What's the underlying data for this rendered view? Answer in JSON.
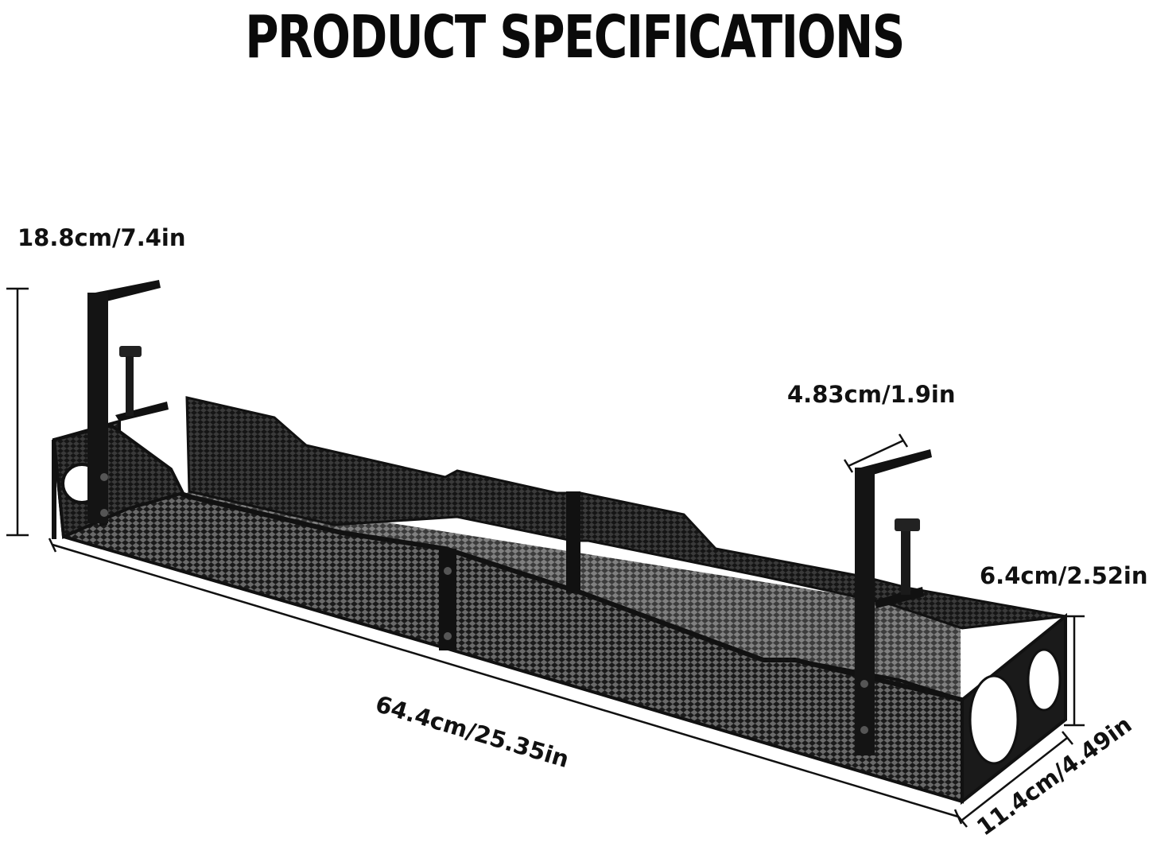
{
  "title": "PRODUCT SPECIFICATIONS",
  "dimensions": {
    "height_total": "18.8cm/7.4in",
    "clamp_width": "4.83cm/1.9in",
    "tray_height": "6.4cm/2.52in",
    "length": "64.4cm/25.35in",
    "depth": "11.4cm/4.49in"
  },
  "colors": {
    "product": "#111111",
    "mesh": "#2a2a2a",
    "background": "#ffffff"
  }
}
